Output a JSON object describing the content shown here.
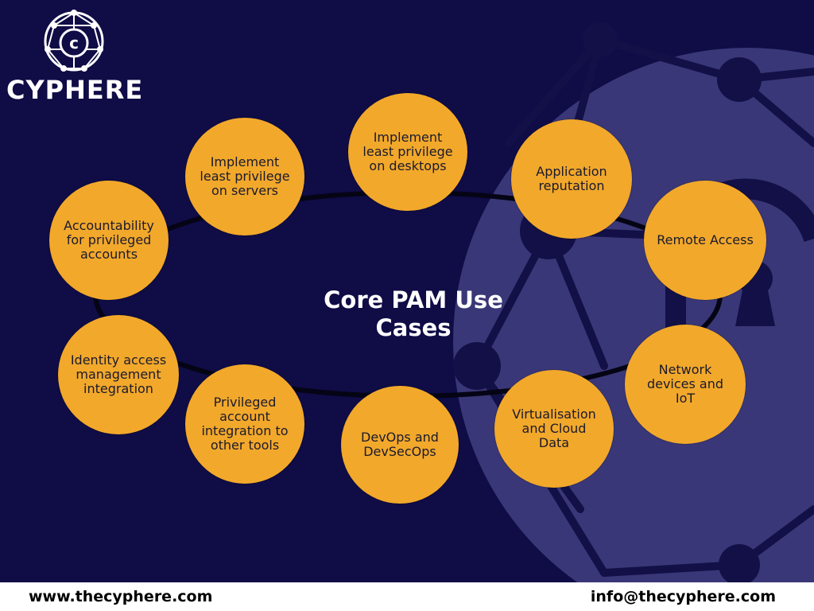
{
  "brand": {
    "name": "CYPHERE",
    "icon": "shield-lock-network-icon"
  },
  "colors": {
    "background": "#0f0c46",
    "node_fill": "#f2a82a",
    "node_text": "#1a1a2e",
    "network_art": "#3a3878",
    "footer_bg": "#ffffff"
  },
  "diagram": {
    "title": "Core PAM Use Cases",
    "nodes": [
      {
        "label": "Implement least privilege on servers"
      },
      {
        "label": "Implement least privilege on desktops"
      },
      {
        "label": "Application reputation"
      },
      {
        "label": "Remote Access"
      },
      {
        "label": "Accountability for privileged accounts"
      },
      {
        "label": "Network devices and IoT"
      },
      {
        "label": "Virtualisation and Cloud Data"
      },
      {
        "label": "DevOps and DevSecOps"
      },
      {
        "label": "Privileged account integration to other tools"
      },
      {
        "label": "Identity access management integration"
      }
    ]
  },
  "footer": {
    "website": "www.thecyphere.com",
    "email": "info@thecyphere.com"
  }
}
